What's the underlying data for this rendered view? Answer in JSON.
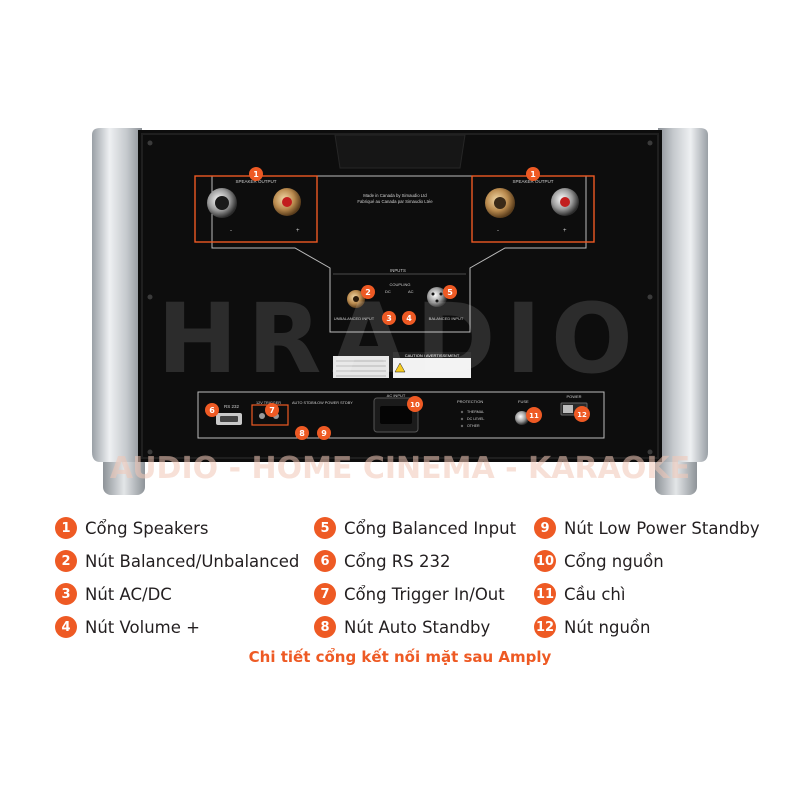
{
  "colors": {
    "accent": "#ee5a24",
    "panel": "#0e0e0e",
    "chassis": "#c9cdd1"
  },
  "product_photo": {
    "panel_text": {
      "speaker_output_left": "SPEAKER OUTPUT",
      "speaker_output_right": "SPEAKER OUTPUT",
      "minus": "-",
      "plus": "+",
      "made_in": "Made in Canada by Simaudio Ltd",
      "fabrique": "Fabriqué au Canada par Simaudio Ltée",
      "inputs": "INPUTS",
      "coupling": "COUPLING",
      "unbalanced_input": "UNBALANCED INPUT",
      "balanced_input": "BALANCED INPUT",
      "dc": "DC",
      "ac": "AC",
      "caution": "CAUTION / AVERTISSEMENT",
      "rs232": "RS 232",
      "trigger": "12V TRIGGER",
      "auto_stdby": "AUTO STDBY",
      "low_power_stdby": "LOW POWER STDBY",
      "ac_input": "AC INPUT",
      "protection": "PROTECTION",
      "thermal": "THERMAL",
      "dc_level": "DC LEVEL",
      "other": "OTHER",
      "fuse": "FUSE",
      "power": "POWER"
    },
    "watermark": {
      "brand": "HRADIO",
      "tagline": "AUDIO - HOME CINEMA - KARAOKE"
    },
    "markers": [
      "1",
      "1",
      "2",
      "3",
      "4",
      "5",
      "6",
      "7",
      "8",
      "9",
      "10",
      "11",
      "12"
    ]
  },
  "legend": {
    "items": [
      {
        "num": "1",
        "label": "Cổng Speakers"
      },
      {
        "num": "2",
        "label": "Nút Balanced/Unbalanced"
      },
      {
        "num": "3",
        "label": "Nút AC/DC"
      },
      {
        "num": "4",
        "label": "Nút Volume +"
      },
      {
        "num": "5",
        "label": "Cổng Balanced Input"
      },
      {
        "num": "6",
        "label": "Cổng RS 232"
      },
      {
        "num": "7",
        "label": "Cổng Trigger In/Out"
      },
      {
        "num": "8",
        "label": "Nút Auto Standby"
      },
      {
        "num": "9",
        "label": "Nút Low Power Standby"
      },
      {
        "num": "10",
        "label": "Cổng nguồn"
      },
      {
        "num": "11",
        "label": "Cầu chì"
      },
      {
        "num": "12",
        "label": "Nút nguồn"
      }
    ],
    "caption": "Chi tiết cổng kết nối mặt sau Amply"
  }
}
